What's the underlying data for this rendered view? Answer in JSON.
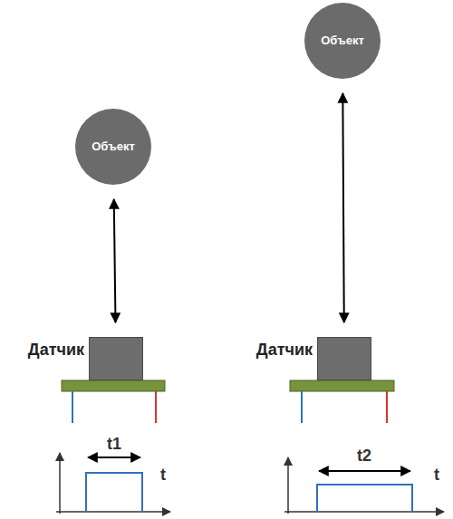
{
  "diagram": {
    "nodes": [
      {
        "text": [
          "Объект"
        ]
      },
      {
        "text": [
          "Датчик"
        ]
      },
      {
        "text": [
          "Объект"
        ]
      },
      {
        "text": [
          "Датчик"
        ]
      }
    ],
    "edges": [
      {
        "from": 0,
        "to": 1,
        "arrow": "both"
      },
      {
        "from": 2,
        "to": 3,
        "arrow": "both"
      }
    ],
    "labels": [
      "t1",
      "t",
      "t2",
      "t"
    ]
  }
}
